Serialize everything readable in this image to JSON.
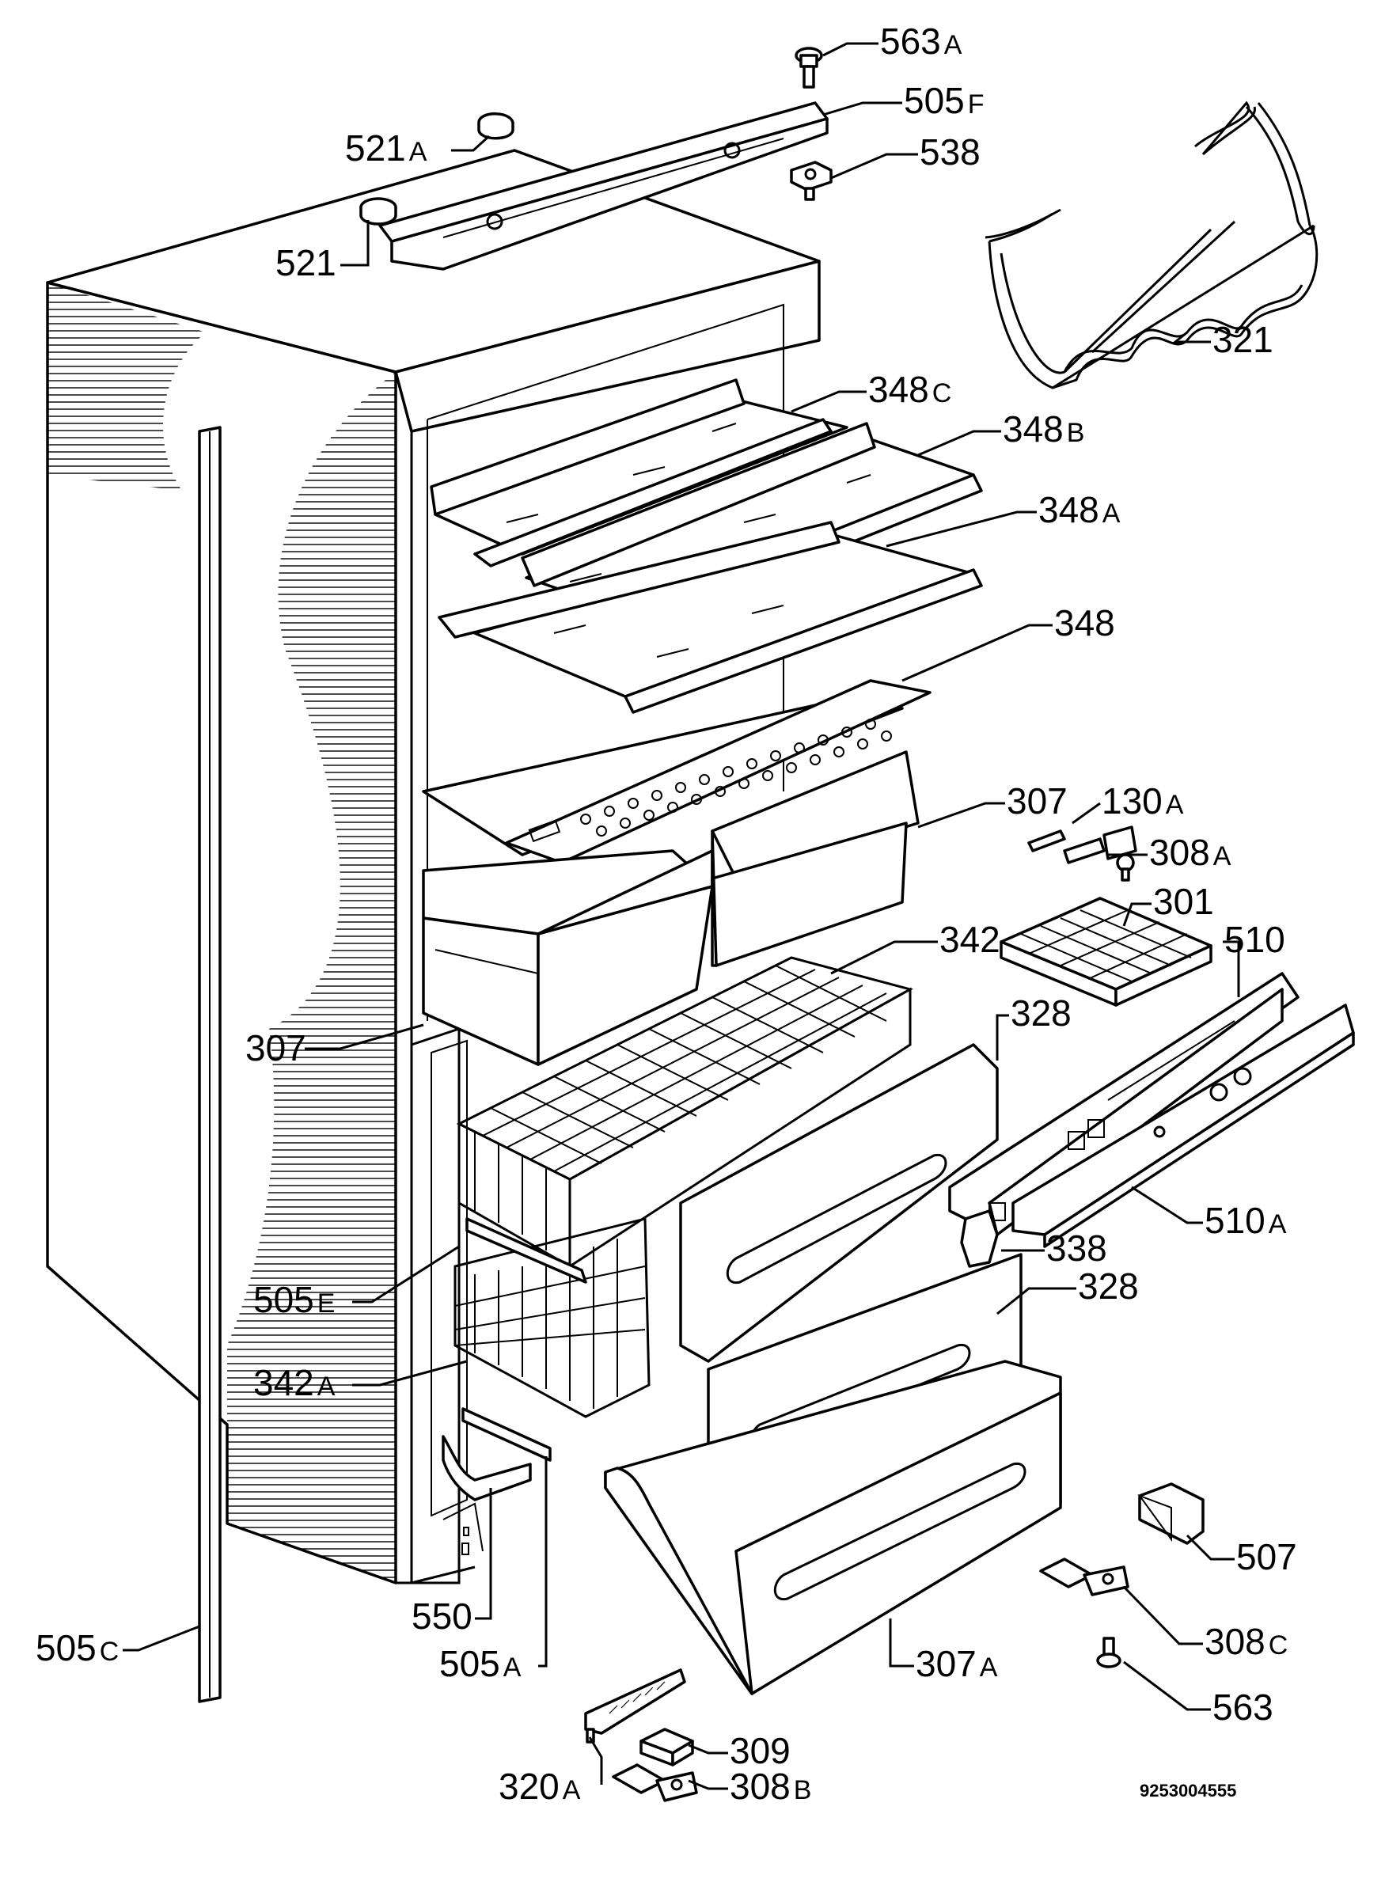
{
  "diagram": {
    "document_id": "9253004555",
    "labels": {
      "p563a": {
        "num": "563",
        "suffix": "A"
      },
      "p505f": {
        "num": "505",
        "suffix": "F"
      },
      "p521a": {
        "num": "521",
        "suffix": "A"
      },
      "p538": {
        "num": "538",
        "suffix": ""
      },
      "p521": {
        "num": "521",
        "suffix": ""
      },
      "p321": {
        "num": "321",
        "suffix": ""
      },
      "p348c": {
        "num": "348",
        "suffix": "C"
      },
      "p348b": {
        "num": "348",
        "suffix": "B"
      },
      "p348a": {
        "num": "348",
        "suffix": "A"
      },
      "p348": {
        "num": "348",
        "suffix": ""
      },
      "p307_top": {
        "num": "307",
        "suffix": ""
      },
      "p130a": {
        "num": "130",
        "suffix": "A"
      },
      "p308a": {
        "num": "308",
        "suffix": "A"
      },
      "p301": {
        "num": "301",
        "suffix": ""
      },
      "p342": {
        "num": "342",
        "suffix": ""
      },
      "p510": {
        "num": "510",
        "suffix": ""
      },
      "p328_top": {
        "num": "328",
        "suffix": ""
      },
      "p307_left": {
        "num": "307",
        "suffix": ""
      },
      "p510a": {
        "num": "510",
        "suffix": "A"
      },
      "p338": {
        "num": "338",
        "suffix": ""
      },
      "p328_mid": {
        "num": "328",
        "suffix": ""
      },
      "p505e": {
        "num": "505",
        "suffix": "E"
      },
      "p342a": {
        "num": "342",
        "suffix": "A"
      },
      "p507": {
        "num": "507",
        "suffix": ""
      },
      "p550": {
        "num": "550",
        "suffix": ""
      },
      "p308c": {
        "num": "308",
        "suffix": "C"
      },
      "p505c": {
        "num": "505",
        "suffix": "C"
      },
      "p505a": {
        "num": "505",
        "suffix": "A"
      },
      "p307a": {
        "num": "307",
        "suffix": "A"
      },
      "p563": {
        "num": "563",
        "suffix": ""
      },
      "p309": {
        "num": "309",
        "suffix": ""
      },
      "p320a": {
        "num": "320",
        "suffix": "A"
      },
      "p308b": {
        "num": "308",
        "suffix": "B"
      }
    }
  }
}
